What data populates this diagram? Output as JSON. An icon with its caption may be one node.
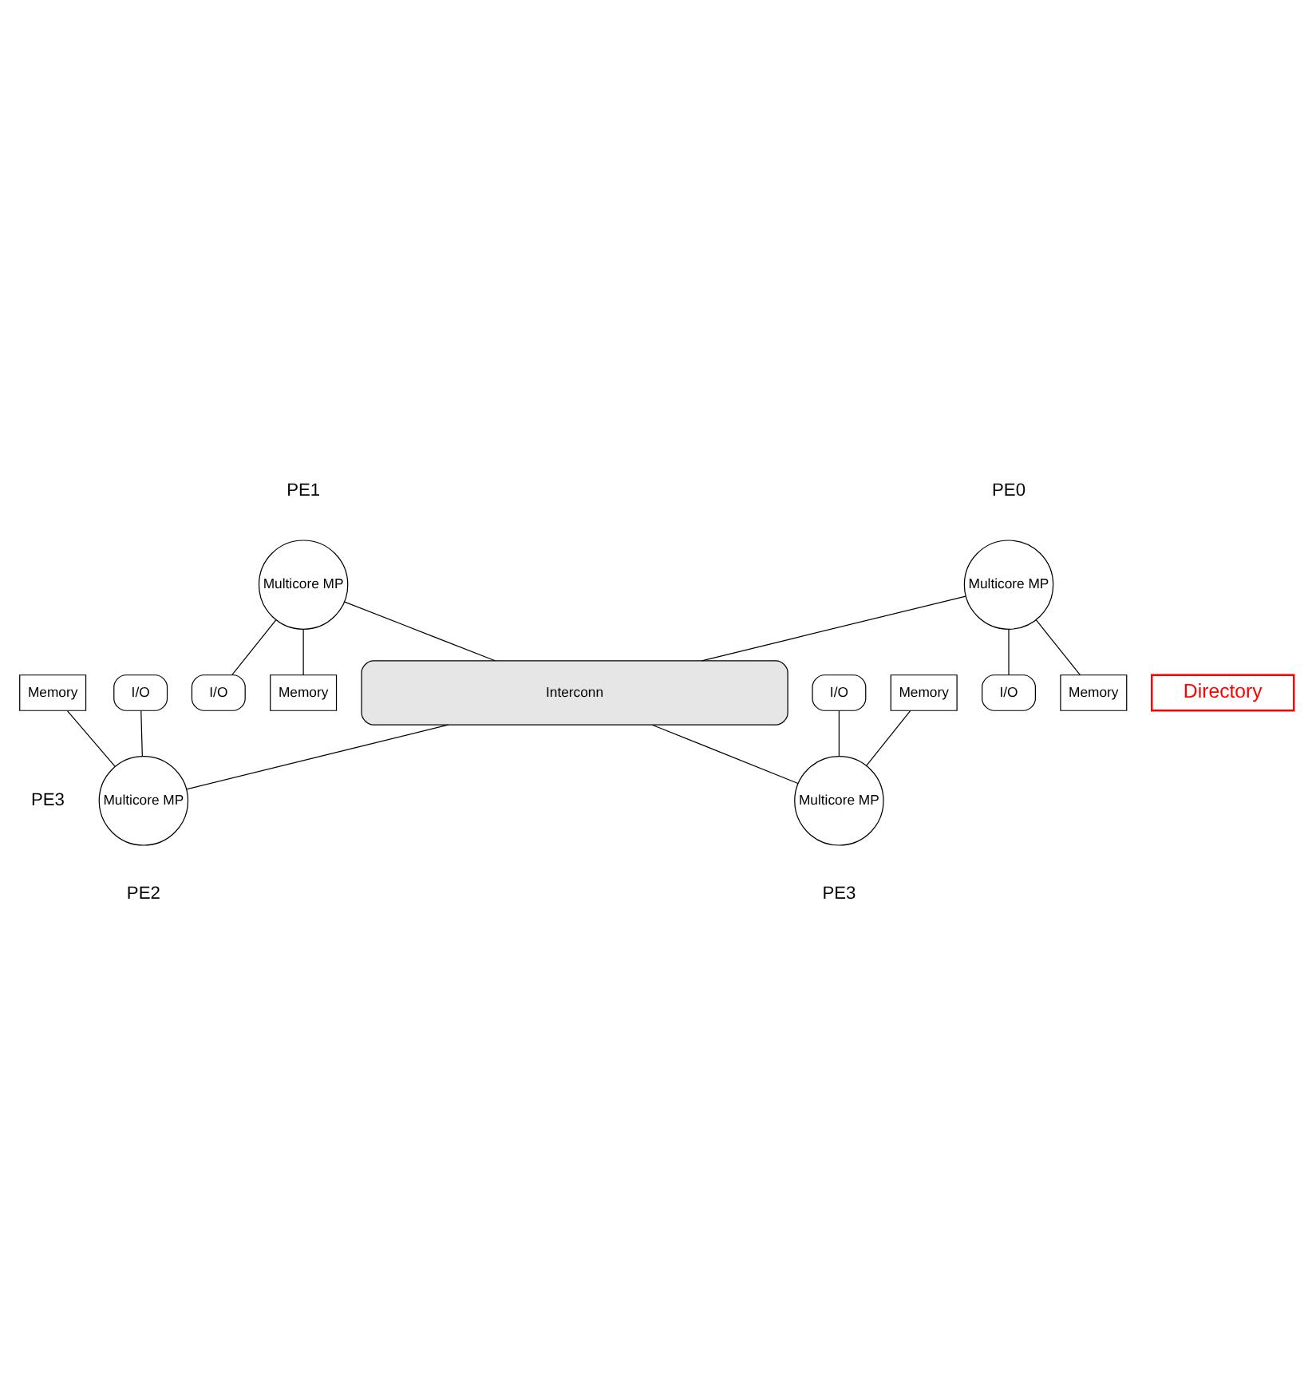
{
  "diagram": {
    "nodes": [
      {
        "text": [
          "Multicore MP"
        ],
        "beside": [
          "PE0"
        ]
      },
      {
        "text": [
          "Memory"
        ]
      },
      {
        "text": [
          "I/O"
        ]
      },
      {
        "text": [
          "Multicore MP"
        ],
        "beside": [
          "PE1"
        ]
      },
      {
        "text": [
          "Memory"
        ]
      },
      {
        "text": [
          "I/O"
        ]
      },
      {
        "text": [
          "Interconn"
        ]
      },
      {
        "text": [
          "Directory"
        ]
      },
      {
        "text": [
          "Memory"
        ]
      },
      {
        "text": [
          "I/O"
        ]
      },
      {
        "text": [
          "Multicore MP"
        ],
        "beside": [
          "PE2"
        ]
      },
      {
        "text": [
          "Memory"
        ]
      },
      {
        "text": [
          "I/O"
        ]
      },
      {
        "text": [
          "Multicore MP"
        ],
        "beside": [
          "PE3"
        ]
      }
    ],
    "edges": [
      {
        "from": 0,
        "to": 1,
        "arrow": "none"
      },
      {
        "from": 0,
        "to": 2,
        "arrow": "none"
      },
      {
        "from": 0,
        "to": 6,
        "arrow": "none"
      },
      {
        "from": 3,
        "to": 4,
        "arrow": "none"
      },
      {
        "from": 3,
        "to": 5,
        "arrow": "none"
      },
      {
        "from": 3,
        "to": 6,
        "arrow": "none"
      },
      {
        "from": 6,
        "to": 10,
        "arrow": "none"
      },
      {
        "from": 8,
        "to": 10,
        "arrow": "none"
      },
      {
        "from": 9,
        "to": 10,
        "arrow": "none"
      },
      {
        "from": 6,
        "to": 13,
        "arrow": "none"
      },
      {
        "from": 11,
        "to": 13,
        "arrow": "none"
      },
      {
        "from": 12,
        "to": 13,
        "arrow": "none"
      }
    ],
    "labels": [
      "PE3"
    ]
  }
}
